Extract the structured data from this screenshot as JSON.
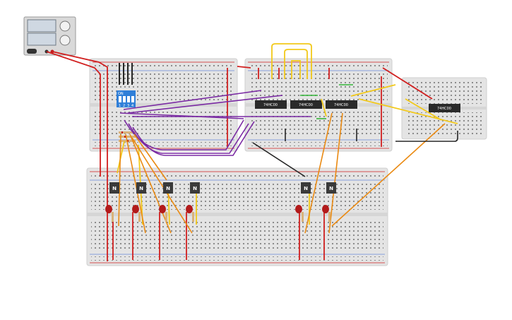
{
  "chips": [
    {
      "label": "74HC00"
    },
    {
      "label": "74HC00"
    },
    {
      "label": "74HC00"
    },
    {
      "label": "74HC00"
    }
  ],
  "dip_switch": {
    "label": "ON",
    "positions": [
      "1",
      "2",
      "3",
      "4"
    ]
  },
  "transistors": [
    {
      "label": "N"
    },
    {
      "label": "N"
    },
    {
      "label": "N"
    },
    {
      "label": "N"
    },
    {
      "label": "N"
    },
    {
      "label": "N"
    }
  ],
  "colors": {
    "breadboard": "#e4e4e4",
    "rail_red": "#d22222",
    "rail_blue": "#2b5fd1",
    "wire_red": "#d11f1f",
    "wire_purple": "#7a2aa3",
    "wire_yellow": "#f2c91a",
    "wire_orange": "#ea8a12",
    "wire_black": "#262626",
    "wire_green": "#35b53a",
    "chip": "#2a2a2a",
    "dip_switch": "#2f7fd8",
    "led": "#b21a1a"
  },
  "icons": [
    "power-supply-icon",
    "breadboard-icon",
    "chip-icon",
    "dip-switch-icon",
    "transistor-icon",
    "led-icon",
    "resistor-icon"
  ]
}
